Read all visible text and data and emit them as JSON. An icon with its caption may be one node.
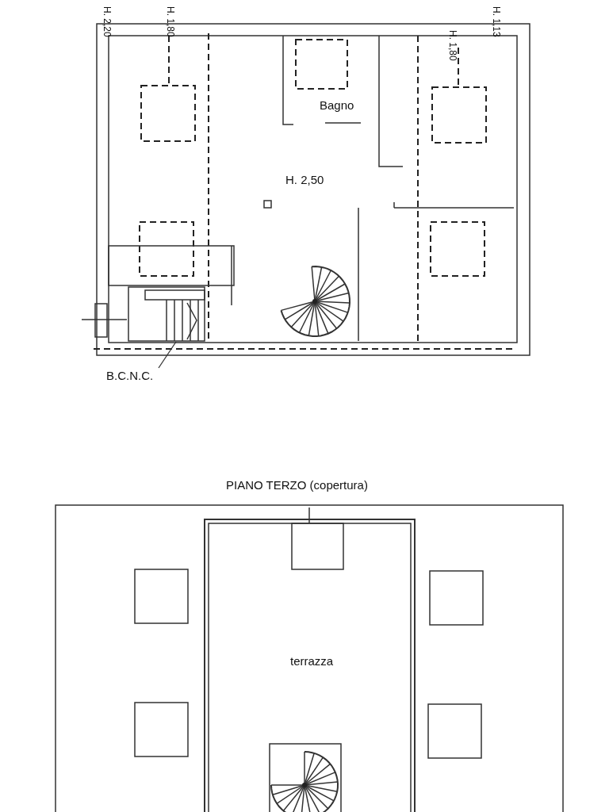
{
  "diagram": {
    "nodes": [
      {
        "text": [
          "B.C.N.C."
        ]
      },
      {
        "text": [],
        "shape": "picture"
      }
    ],
    "edges": [
      {
        "from": 0,
        "to": 1,
        "arrow": "none"
      }
    ],
    "labels": [
      "H. 2,20",
      "H. 1,80",
      "H. 1,80",
      "H. 1,13",
      "Bagno",
      "H. 2,50",
      "PIANO TERZO (copertura)",
      "terrazza"
    ]
  }
}
